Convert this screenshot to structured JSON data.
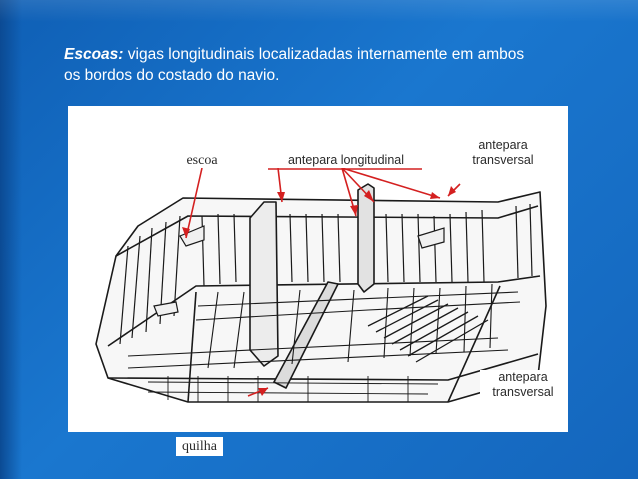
{
  "slide": {
    "heading_term": "Escoas:",
    "heading_line1": " vigas longitudinais localizadadas internamente em ambos",
    "heading_line2": "os bordos do costado do navio."
  },
  "diagram": {
    "labels": {
      "escoa": "escoa",
      "antepara_longitudinal": "antepara longitudinal",
      "antepara_transversal_top_1": "antepara",
      "antepara_transversal_top_2": "transversal",
      "antepara_transversal_bottom_1": "antepara",
      "antepara_transversal_bottom_2": "transversal",
      "quilha": "quilha"
    }
  },
  "colors": {
    "background": "#1770c8",
    "heading_text": "#ffffff",
    "arrow": "#d42020",
    "line_art": "#1a1a1a"
  }
}
